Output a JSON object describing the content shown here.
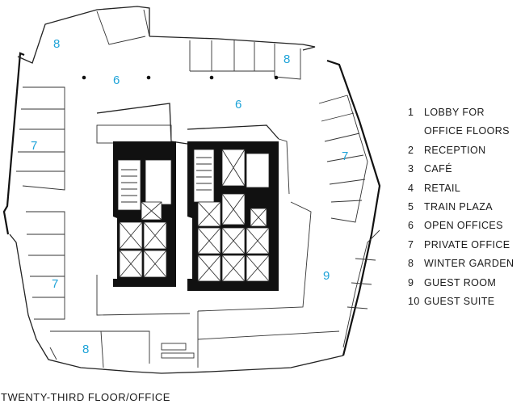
{
  "title": "TWENTY-THIRD FLOOR/OFFICE",
  "legend": [
    {
      "num": "1",
      "lines": [
        "LOBBY FOR",
        "OFFICE FLOORS"
      ]
    },
    {
      "num": "2",
      "lines": [
        "RECEPTION"
      ]
    },
    {
      "num": "3",
      "lines": [
        "CAFÉ"
      ]
    },
    {
      "num": "4",
      "lines": [
        "RETAIL"
      ]
    },
    {
      "num": "5",
      "lines": [
        "TRAIN PLAZA"
      ]
    },
    {
      "num": "6",
      "lines": [
        "OPEN OFFICES"
      ]
    },
    {
      "num": "7",
      "lines": [
        "PRIVATE OFFICE"
      ]
    },
    {
      "num": "8",
      "lines": [
        "WINTER GARDEN"
      ]
    },
    {
      "num": "9",
      "lines": [
        "GUEST ROOM"
      ]
    },
    {
      "num": "10",
      "lines": [
        "GUEST SUITE"
      ]
    }
  ],
  "room_labels": [
    "8",
    "8",
    "6",
    "6",
    "7",
    "7",
    "7",
    "9",
    "8"
  ],
  "colors": {
    "room_label": "#1ea3d8",
    "ink": "#1a1a1a",
    "wall": "#222222"
  }
}
